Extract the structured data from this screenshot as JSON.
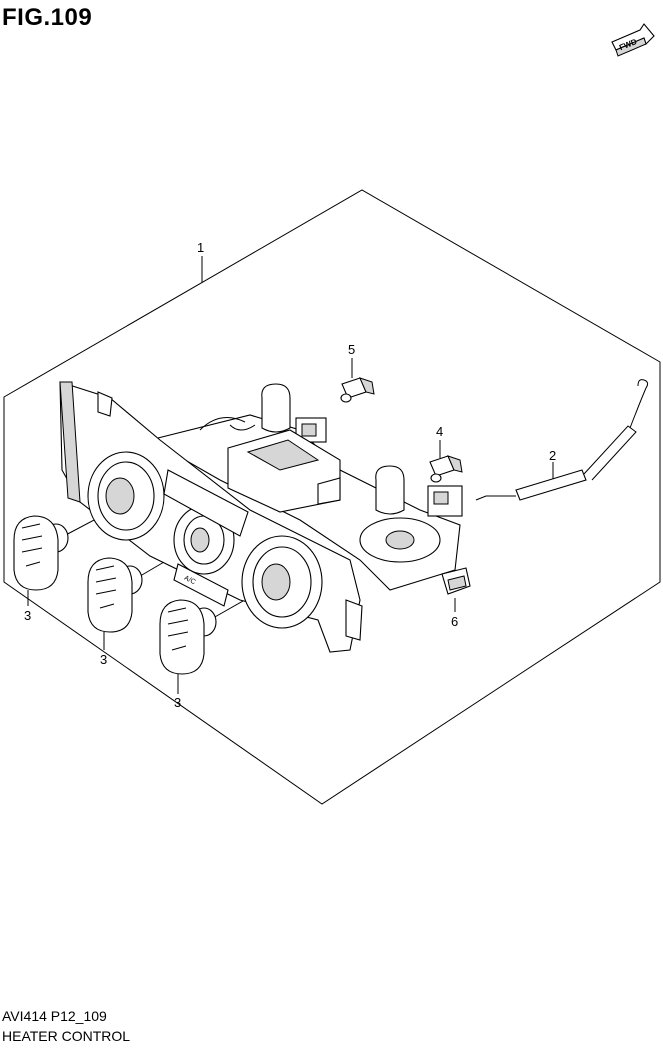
{
  "figure": {
    "title": "FIG.109",
    "fwd_badge": "FWD",
    "code": "AVI414 P12_109",
    "name": "HEATER CONTROL"
  },
  "callouts": [
    {
      "id": "c1",
      "label": "1"
    },
    {
      "id": "c2",
      "label": "2"
    },
    {
      "id": "c3a",
      "label": "3"
    },
    {
      "id": "c3b",
      "label": "3"
    },
    {
      "id": "c3c",
      "label": "3"
    },
    {
      "id": "c4",
      "label": "4"
    },
    {
      "id": "c5",
      "label": "5"
    },
    {
      "id": "c6",
      "label": "6"
    }
  ],
  "panel_text": "A/C"
}
